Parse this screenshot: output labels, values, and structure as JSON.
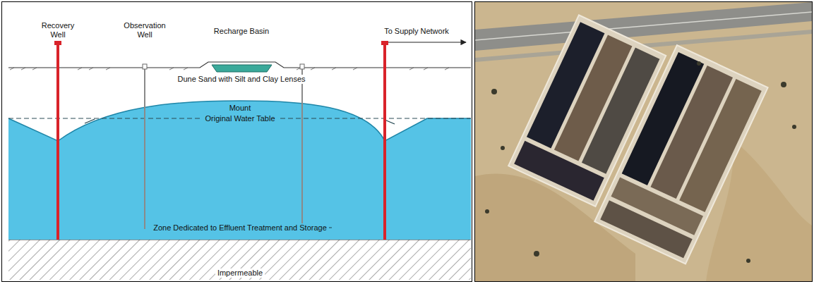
{
  "diagram": {
    "labels": [
      "Recovery Well",
      "Observation Well",
      "Recharge Basin",
      "To Supply Network",
      "Dune Sand with Silt and Clay Lenses",
      "Mount",
      "Original Water Table",
      "Zone Dedicated to Effluent Treatment and Storage",
      "Impermeable"
    ]
  }
}
